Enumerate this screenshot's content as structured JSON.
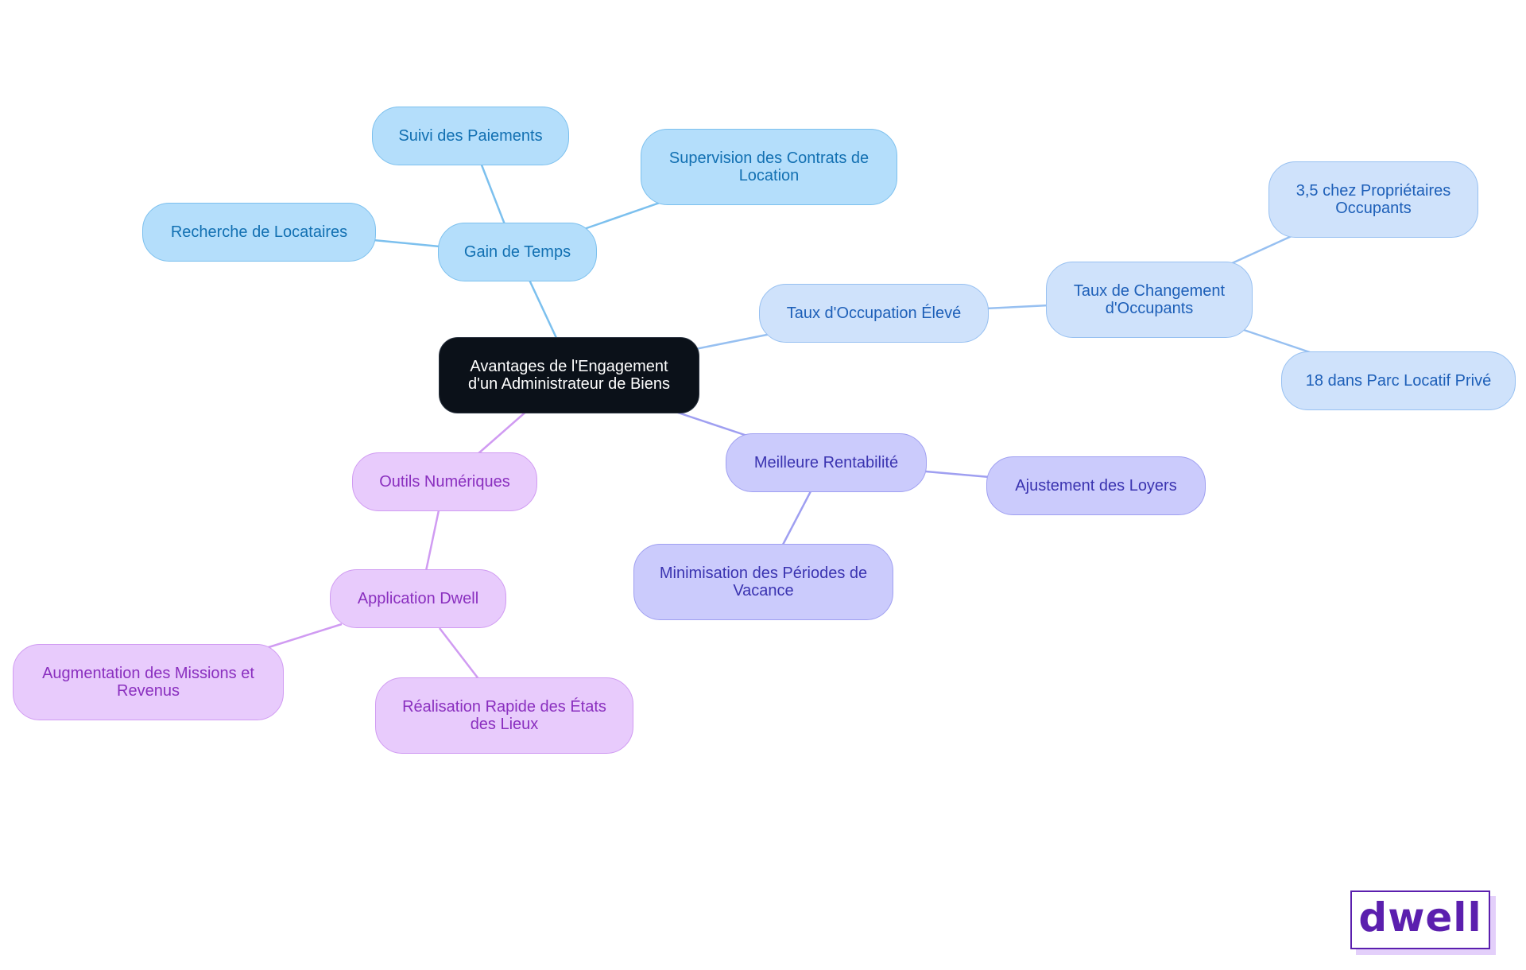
{
  "colors": {
    "blue": "#7cc0ee",
    "sky": "#97c0f1",
    "indigo": "#9f9ff1",
    "violet": "#d09bf2",
    "root": "#0b1119",
    "logo": "#5b1fae"
  },
  "root": {
    "label": "Avantages de l'Engagement d'un Administrateur de Biens"
  },
  "branches": {
    "gain_temps": {
      "label": "Gain de Temps",
      "children": {
        "suivi_paiements": "Suivi des Paiements",
        "supervision_contrats": "Supervision des Contrats de Location",
        "recherche_locataires": "Recherche de Locataires"
      }
    },
    "taux_occupation": {
      "label": "Taux d'Occupation Élevé",
      "children": {
        "taux_changement": "Taux de Changement d'Occupants"
      },
      "grandchildren": {
        "proprietaires_occupants": "3,5 chez Propriétaires Occupants",
        "parc_locatif": "18 dans Parc Locatif Privé"
      }
    },
    "rentabilite": {
      "label": "Meilleure Rentabilité",
      "children": {
        "ajustement_loyers": "Ajustement des Loyers",
        "minimisation_vacance": "Minimisation des Périodes de Vacance"
      }
    },
    "outils_numeriques": {
      "label": "Outils Numériques",
      "children": {
        "application_dwell": "Application Dwell"
      },
      "grandchildren": {
        "augmentation_missions": "Augmentation des Missions et Revenus",
        "etats_lieux": "Réalisation Rapide des États des Lieux"
      }
    }
  },
  "logo": {
    "text": "dwell"
  }
}
